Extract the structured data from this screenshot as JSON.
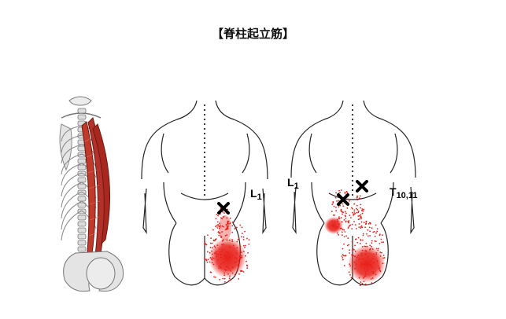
{
  "title": "【脊柱起立筋】",
  "labels": {
    "left_figure_l": "L",
    "left_figure_l_sub": "1",
    "right_figure_l": "L",
    "right_figure_l_sub": "1",
    "right_figure_t": "T",
    "right_figure_t_sub": "10,11"
  },
  "colors": {
    "referred_pain": "#e8201a",
    "muscle": "#c0392b",
    "outline": "#222222"
  },
  "icons": [
    "trigger-point-x-icon"
  ]
}
